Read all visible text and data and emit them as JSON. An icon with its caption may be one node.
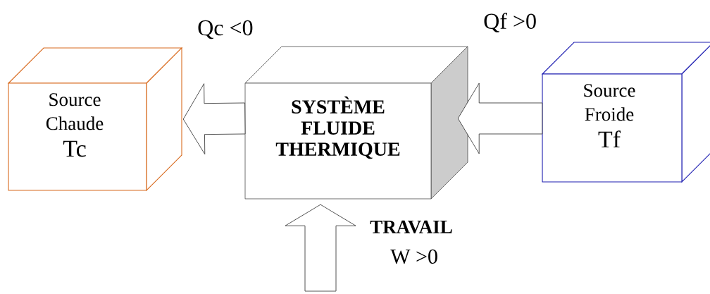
{
  "diagram": {
    "nodes": [
      {
        "text": [
          "Source Chaude",
          "Tc"
        ]
      },
      {
        "text": [
          "SYSTÈME FLUIDE THERMIQUE"
        ]
      },
      {
        "text": [
          "Source Froide",
          "Tf"
        ]
      }
    ],
    "edges": [
      {
        "from": 1,
        "to": 0,
        "arrow": "to",
        "label": "Qc <0"
      },
      {
        "from": 2,
        "to": 1,
        "arrow": "to",
        "label": "Qf >0"
      },
      {
        "from": null,
        "to": 1,
        "arrow": "to",
        "label": "TRAVAIL"
      }
    ],
    "labels": [
      "W >0"
    ]
  }
}
